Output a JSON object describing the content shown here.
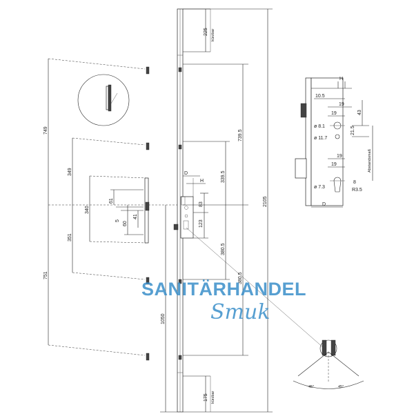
{
  "main_drawing": {
    "dims": {
      "d225": "225",
      "kurzbar_top": "kürzbar",
      "d749": "749",
      "d739_5": "739.5",
      "d2105": "2105",
      "d349": "349",
      "d340": "340",
      "d351": "351",
      "d339_5": "339.5",
      "d380_5a": "380.5",
      "d380_5b": "380.5",
      "d751": "751",
      "d1050": "1050",
      "d61": "61",
      "d5": "5",
      "d60": "60",
      "d41": "41",
      "d83": "83",
      "d123": "123",
      "D": "D",
      "H": "H",
      "d175": "175",
      "kurzbar_bottom": "kürzbar"
    }
  },
  "lock_body": {
    "dims": {
      "d10_5": "10.5",
      "H": "H",
      "d19a": "19",
      "d43": "43",
      "d19b": "19",
      "d21_5": "21.5",
      "phi8_1": "ø 8.1",
      "phi11_7": "ø 11.7",
      "d19c": "19",
      "d19d": "19",
      "abstand": "Abstandsmaß",
      "phi7_3": "ø 7.3",
      "d8": "8",
      "r3_5": "R3.5",
      "D": "D"
    }
  },
  "angle_detail": {
    "a45_left": "45°",
    "a45_right": "45°"
  },
  "watermark": {
    "line1": "SANITÄRHANDEL",
    "line2": "Smuk"
  },
  "colors": {
    "watermark": "#3a8fc9",
    "line": "#222222"
  }
}
